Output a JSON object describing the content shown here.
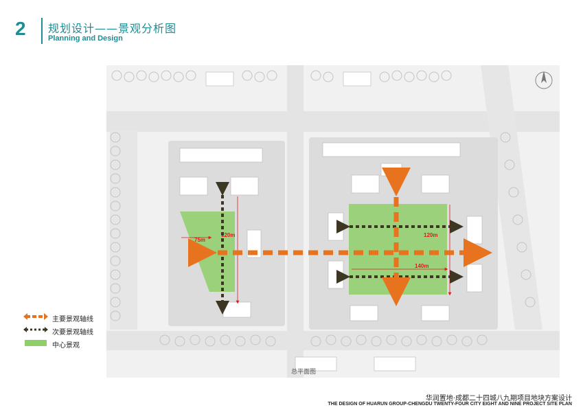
{
  "header": {
    "number": "2",
    "title_zh": "规划设计——景观分析图",
    "title_en": "Planning and Design"
  },
  "plan": {
    "caption": "总平面图",
    "dim_75m": "75m",
    "dim_120m_left": "120m",
    "dim_120m_right": "120m",
    "dim_140m": "140m",
    "colors": {
      "primary_axis": "#e8731f",
      "secondary_axis": "#3d3623",
      "central_landscape": "#8fcf6a",
      "dimension": "#d81e1e",
      "road": "#e9e9e9",
      "block": "#d8d8d8",
      "tree": "#c9c9c9"
    }
  },
  "legend": {
    "primary_axis": "主要景观轴线",
    "secondary_axis": "次要景观轴线",
    "central_landscape": "中心景观"
  },
  "footer": {
    "title_zh": "华润置地·成都二十四城八九期项目地块方案设计",
    "title_en": "THE DESIGN OF HUARUN GROUP-CHENGDU TWENTY-FOUR CITY EIGHT AND NINE PROJECT SITE PLAN"
  }
}
